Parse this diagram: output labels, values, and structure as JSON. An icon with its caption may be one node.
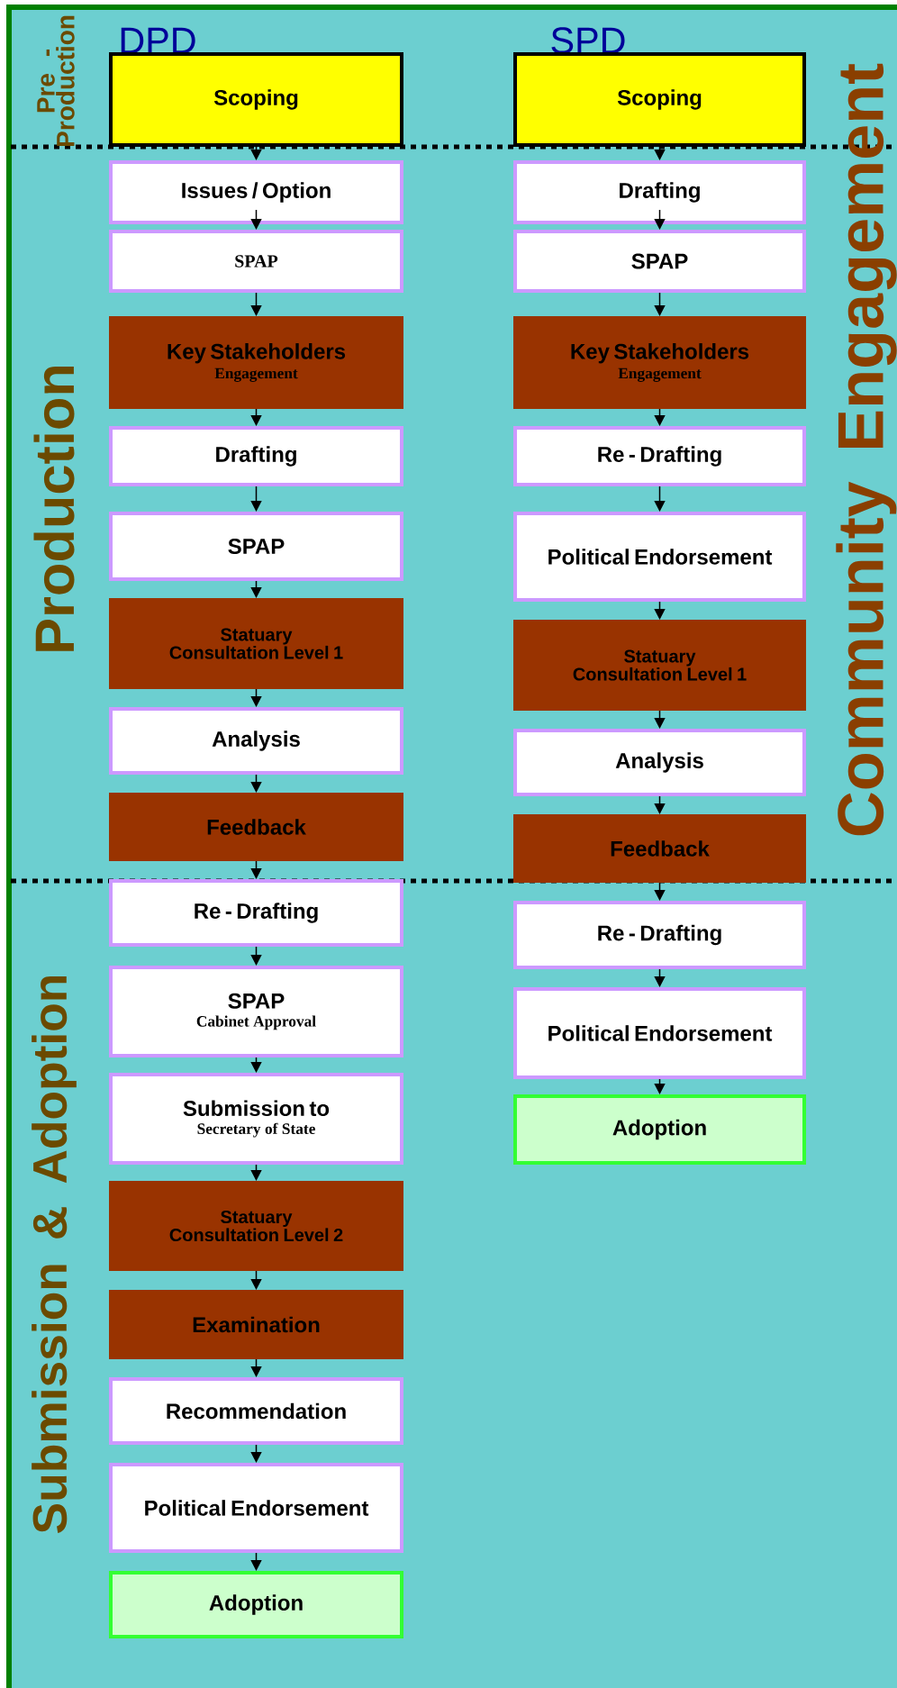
{
  "diagram": {
    "nodes": [
      {
        "text": [
          "Scoping"
        ]
      },
      {
        "text": [
          "Issues / Option"
        ]
      },
      {
        "text": [
          "SPAP"
        ]
      },
      {
        "text": [
          "Key Stakeholders",
          "Engagement"
        ]
      },
      {
        "text": [
          "Drafting"
        ]
      },
      {
        "text": [
          "SPAP"
        ]
      },
      {
        "text": [
          "Statuary Consultation Level 1"
        ]
      },
      {
        "text": [
          "Analysis"
        ]
      },
      {
        "text": [
          "Feedback"
        ]
      },
      {
        "text": [
          "Re - Drafting"
        ]
      },
      {
        "text": [
          "SPAP",
          "Cabinet Approval"
        ]
      },
      {
        "text": [
          "Submission to",
          "Secretary of State"
        ]
      },
      {
        "text": [
          "Statuary Consultation Level 2"
        ]
      },
      {
        "text": [
          "Examination"
        ]
      },
      {
        "text": [
          "Recommendation"
        ]
      },
      {
        "text": [
          "Political Endorsement"
        ]
      },
      {
        "text": [
          "Adoption"
        ]
      },
      {
        "text": [
          "Scoping"
        ]
      },
      {
        "text": [
          "Drafting"
        ]
      },
      {
        "text": [
          "SPAP"
        ]
      },
      {
        "text": [
          "Key Stakeholders",
          "Engagement"
        ]
      },
      {
        "text": [
          "Re - Drafting"
        ]
      },
      {
        "text": [
          "Political Endorsement"
        ]
      },
      {
        "text": [
          "Statuary Consultation Level 1"
        ]
      },
      {
        "text": [
          "Analysis"
        ]
      },
      {
        "text": [
          "Feedback"
        ]
      },
      {
        "text": [
          "Re - Drafting"
        ]
      },
      {
        "text": [
          "Political Endorsement"
        ]
      },
      {
        "text": [
          "Adoption"
        ]
      }
    ],
    "edges": [
      {
        "from": 0,
        "to": 1,
        "arrow": "to"
      },
      {
        "from": 1,
        "to": 2,
        "arrow": "to"
      },
      {
        "from": 2,
        "to": 3,
        "arrow": "to"
      },
      {
        "from": 3,
        "to": 4,
        "arrow": "to"
      },
      {
        "from": 4,
        "to": 5,
        "arrow": "to"
      },
      {
        "from": 5,
        "to": 6,
        "arrow": "to"
      },
      {
        "from": 6,
        "to": 7,
        "arrow": "to"
      },
      {
        "from": 7,
        "to": 8,
        "arrow": "to"
      },
      {
        "from": 8,
        "to": 9,
        "arrow": "to"
      },
      {
        "from": 9,
        "to": 10,
        "arrow": "to"
      },
      {
        "from": 10,
        "to": 11,
        "arrow": "to"
      },
      {
        "from": 11,
        "to": 12,
        "arrow": "to"
      },
      {
        "from": 12,
        "to": 13,
        "arrow": "to"
      },
      {
        "from": 13,
        "to": 14,
        "arrow": "to"
      },
      {
        "from": 14,
        "to": 15,
        "arrow": "to"
      },
      {
        "from": 15,
        "to": 16,
        "arrow": "to"
      },
      {
        "from": 17,
        "to": 18,
        "arrow": "to"
      },
      {
        "from": 18,
        "to": 19,
        "arrow": "to"
      },
      {
        "from": 19,
        "to": 20,
        "arrow": "to"
      },
      {
        "from": 20,
        "to": 21,
        "arrow": "to"
      },
      {
        "from": 21,
        "to": 22,
        "arrow": "to"
      },
      {
        "from": 22,
        "to": 23,
        "arrow": "to"
      },
      {
        "from": 23,
        "to": 24,
        "arrow": "to"
      },
      {
        "from": 24,
        "to": 25,
        "arrow": "to"
      },
      {
        "from": 25,
        "to": 26,
        "arrow": "to"
      },
      {
        "from": 26,
        "to": 27,
        "arrow": "to"
      },
      {
        "from": 27,
        "to": 28,
        "arrow": "to"
      }
    ],
    "labels": [
      "DPD",
      "SPD",
      "Pre - Production",
      "Production",
      "Submission & Adoption",
      "Community Engagement"
    ]
  }
}
